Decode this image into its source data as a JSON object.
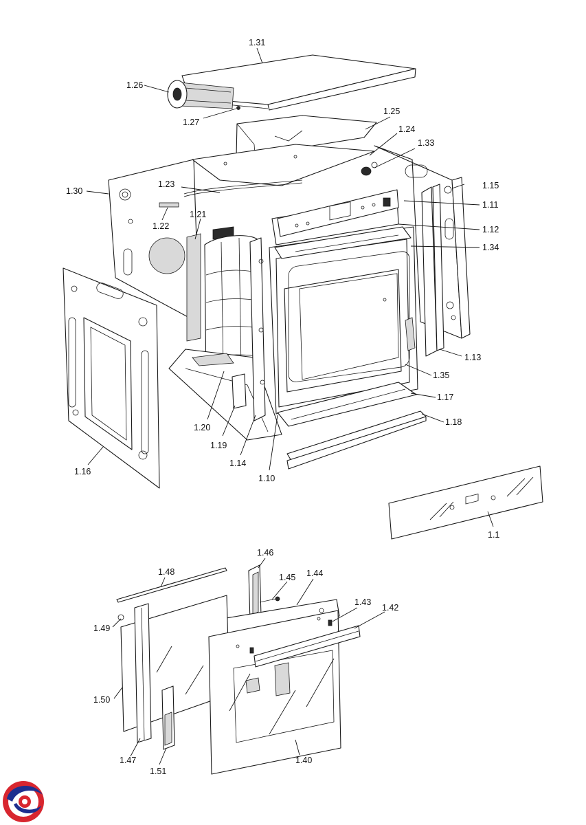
{
  "labels": {
    "l1_31": "1.31",
    "l1_26": "1.26",
    "l1_27": "1.27",
    "l1_25": "1.25",
    "l1_24": "1.24",
    "l1_33": "1.33",
    "l1_30": "1.30",
    "l1_23": "1.23",
    "l1_15": "1.15",
    "l1_11": "1.11",
    "l1_22": "1.22",
    "l1_21": "1.21",
    "l1_12": "1.12",
    "l1_34": "1.34",
    "l1_13": "1.13",
    "l1_35": "1.35",
    "l1_17": "1.17",
    "l1_18": "1.18",
    "l1_20": "1.20",
    "l1_19": "1.19",
    "l1_16": "1.16",
    "l1_14": "1.14",
    "l1_10": "1.10",
    "l1_1": "1.1",
    "l1_46": "1.46",
    "l1_48": "1.48",
    "l1_45": "1.45",
    "l1_44": "1.44",
    "l1_43": "1.43",
    "l1_42": "1.42",
    "l1_49": "1.49",
    "l1_50": "1.50",
    "l1_47": "1.47",
    "l1_40": "1.40",
    "l1_51": "1.51"
  },
  "colors": {
    "line": "#1a1a1a",
    "logo_red": "#d8262f",
    "logo_blue": "#1e2f8f"
  },
  "logo": {
    "icon": "swirl-logo-icon"
  }
}
